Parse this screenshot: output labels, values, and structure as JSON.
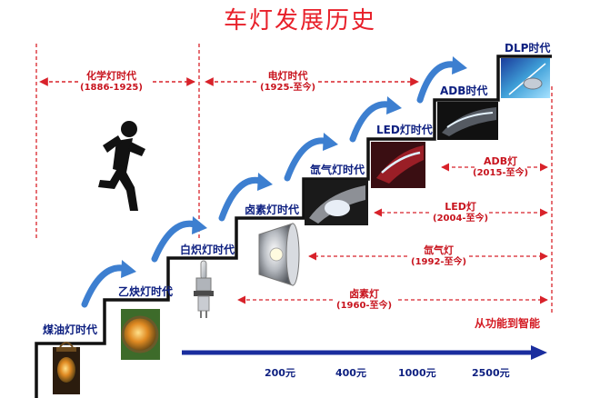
{
  "title": "车灯发展历史",
  "eras": {
    "chemical": {
      "name": "化学灯时代",
      "years": "(1886-1925)"
    },
    "electric": {
      "name": "电灯时代",
      "years": "(1925-至今)"
    }
  },
  "steps": [
    {
      "label": "煤油灯时代"
    },
    {
      "label": "乙炔灯时代"
    },
    {
      "label": "白炽灯时代"
    },
    {
      "label": "卤素灯时代"
    },
    {
      "label": "氙气灯时代"
    },
    {
      "label": "LED灯时代"
    },
    {
      "label": "ADB时代"
    },
    {
      "label": "DLP时代"
    }
  ],
  "timespans": [
    {
      "name": "ADB灯",
      "years": "(2015-至今)"
    },
    {
      "name": "LED灯",
      "years": "(2004-至今)"
    },
    {
      "name": "氙气灯",
      "years": "(1992-至今)"
    },
    {
      "name": "卤素灯",
      "years": "(1960-至今)"
    }
  ],
  "trend_label": "从功能到智能",
  "prices": [
    "200元",
    "400元",
    "1000元",
    "2500元"
  ],
  "colors": {
    "title": "#e8202a",
    "dashed": "#d8222a",
    "step_text": "#0d1f80",
    "arrow_blue": "#3d7fd0",
    "axis_arrow": "#1a2d9e"
  },
  "icons": [
    "running-man-icon",
    "kerosene-lamp-image",
    "acetylene-lamp-image",
    "incandescent-bulb-image",
    "halogen-reflector-image",
    "xenon-headlight-image",
    "led-headlight-image",
    "adb-headlight-image",
    "dlp-projector-image"
  ]
}
